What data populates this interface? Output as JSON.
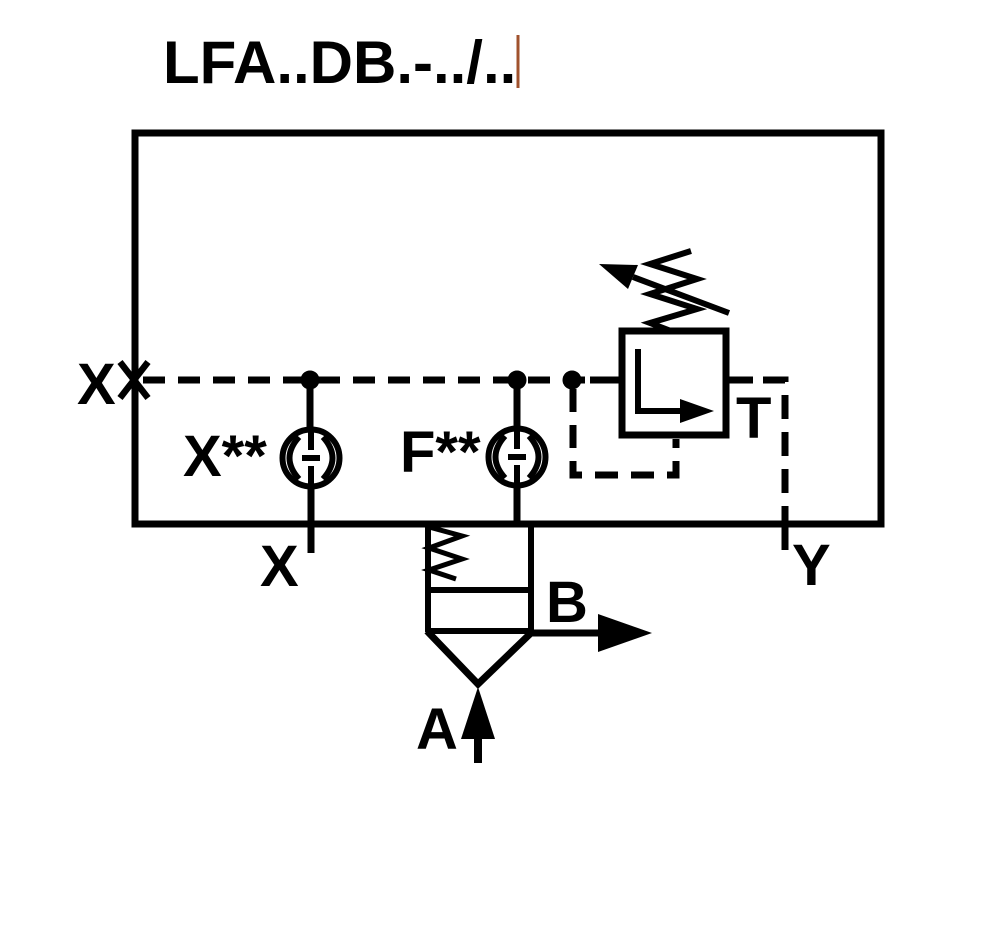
{
  "title": "LFA..DB.-../..",
  "schematic": {
    "port_labels": {
      "x_left": "X",
      "x_bottom": "X",
      "t": "T",
      "y": "Y",
      "b": "B",
      "a": "A"
    },
    "component_labels": {
      "orifice_x": "X**",
      "orifice_f": "F**"
    }
  },
  "colors": {
    "line": "#000000",
    "background": "#ffffff",
    "cursor": "#a0522d"
  }
}
